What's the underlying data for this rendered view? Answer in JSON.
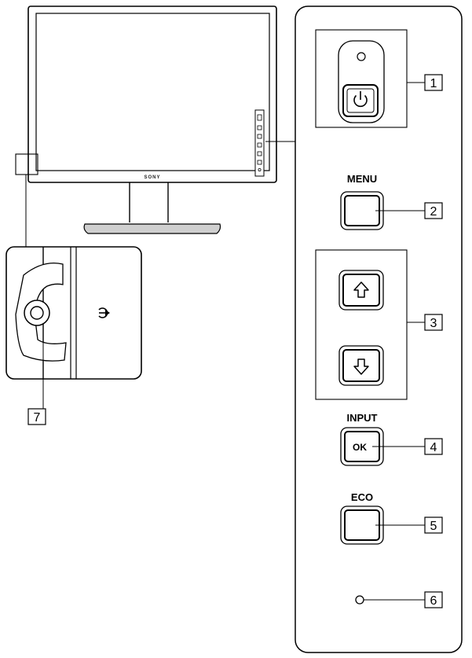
{
  "monitor": {
    "brand": "SONY"
  },
  "controls": [
    {
      "label": "",
      "callout": "1"
    },
    {
      "label": "MENU",
      "callout": "2"
    },
    {
      "label": "",
      "callout": "3"
    },
    {
      "label": "INPUT",
      "callout": "4",
      "button_text": "OK"
    },
    {
      "label": "ECO",
      "callout": "5"
    },
    {
      "label": "",
      "callout": "6"
    }
  ],
  "headphone": {
    "callout": "7"
  }
}
